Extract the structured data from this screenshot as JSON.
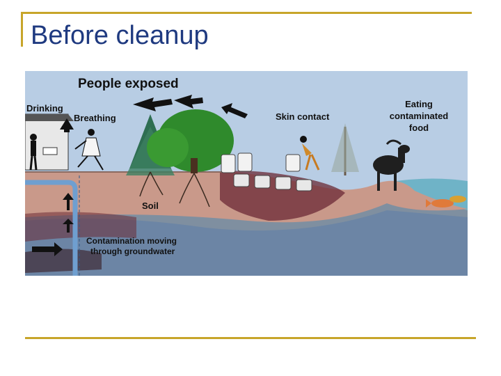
{
  "slide": {
    "title": "Before cleanup"
  },
  "diagram": {
    "labels": {
      "people_exposed": "People exposed",
      "drinking": "Drinking",
      "breathing": "Breathing",
      "skin_contact": "Skin contact",
      "eating_line1": "Eating",
      "eating_line2": "contaminated",
      "eating_line3": "food",
      "soil": "Soil",
      "groundwater_line1": "Contamination moving",
      "groundwater_line2": "through groundwater"
    }
  }
}
